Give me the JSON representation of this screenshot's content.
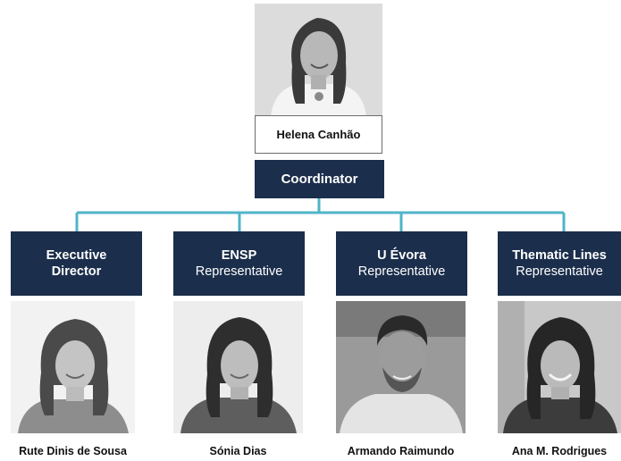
{
  "coordinator": {
    "name": "Helena Canhão",
    "role": "Coordinator"
  },
  "members": [
    {
      "role_line1": "Executive",
      "role_line2": "Director",
      "name": "Rute Dinis de Sousa"
    },
    {
      "role_line1": "ENSP",
      "role_line2": "Representative",
      "name": "Sónia Dias"
    },
    {
      "role_line1": "U Évora",
      "role_line2": "Representative",
      "name": "Armando Raimundo"
    },
    {
      "role_line1": "Thematic Lines",
      "role_line2": "Representative",
      "name": "Ana M. Rodrigues"
    }
  ],
  "colors": {
    "navy": "#1b2e4b",
    "connector": "#4fb4c9"
  }
}
